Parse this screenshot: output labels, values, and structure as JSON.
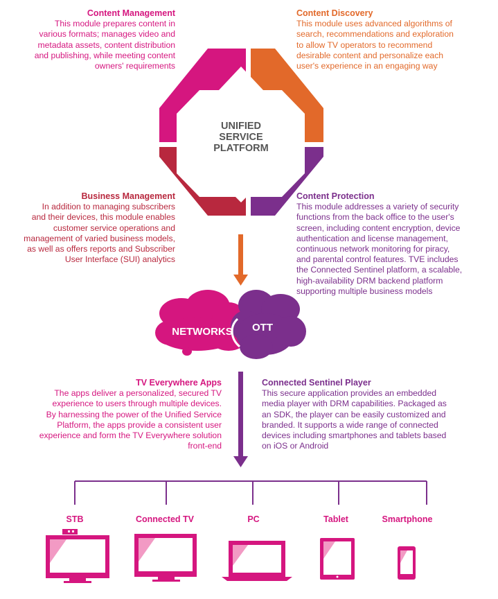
{
  "hub": {
    "line1": "UNIFIED",
    "line2": "SERVICE",
    "line3": "PLATFORM"
  },
  "modules": {
    "content_management": {
      "title": "Content Management",
      "lines": [
        "This module prepares content in",
        "various formats; manages video and",
        "metadata assets, content distribution",
        "and publishing, while meeting content",
        "owners' requirements"
      ]
    },
    "content_discovery": {
      "title": "Content Discovery",
      "lines": [
        "This module uses advanced algorithms of",
        "search, recommendations and exploration",
        "to allow TV operators to recommend",
        "desirable content and personalize each",
        "user's experience in an engaging way"
      ]
    },
    "business_management": {
      "title": "Business Management",
      "lines": [
        "In addition to managing subscribers",
        "and their devices, this module enables",
        "customer service operations and",
        "management of varied business models,",
        "as well as offers reports and Subscriber",
        "User Interface (SUI) analytics"
      ]
    },
    "content_protection": {
      "title": "Content Protection",
      "lines": [
        "This module addresses a variety of security",
        "functions from the back office to the user's",
        "screen, including content encryption, device",
        "authentication and license management,",
        "continuous network monitoring for piracy,",
        "and parental control features. TVE includes",
        "the Connected Sentinel platform, a scalable,",
        "high-availability DRM backend platform",
        "supporting multiple business models"
      ]
    }
  },
  "clouds": {
    "networks": "NETWORKS",
    "ott": "OTT"
  },
  "apps": {
    "tv_everywhere": {
      "title": "TV Everywhere Apps",
      "lines": [
        "The apps deliver a personalized, secured TV",
        "experience to users through multiple devices.",
        "By harnessing the power of the Unified Service",
        "Platform, the apps provide a consistent user",
        "experience and form the TV Everywhere solution",
        "front-end"
      ]
    },
    "connected_sentinel": {
      "title": "Connected Sentinel Player",
      "lines": [
        "This secure application provides an embedded",
        "media player with DRM capabilities. Packaged as",
        "an SDK, the player can be easily customized and",
        "branded.  It supports a wide range of connected",
        "devices including smartphones and tablets based",
        "on iOS or Android"
      ]
    }
  },
  "devices": {
    "stb": "STB",
    "connected_tv": "Connected TV",
    "pc": "PC",
    "tablet": "Tablet",
    "smartphone": "Smartphone"
  },
  "colors": {
    "magenta": "#d5167f",
    "orange": "#e2692a",
    "crimson": "#b8283e",
    "purple": "#7b2f8c",
    "light_pink": "#f29ac4",
    "hub_text": "#555555"
  }
}
